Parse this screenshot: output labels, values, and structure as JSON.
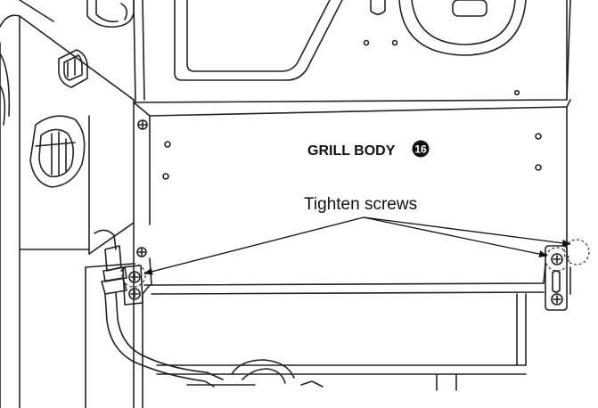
{
  "diagram": {
    "panel_label": "GRILL BODY",
    "part_number": "16",
    "callout_text": "Tighten screws"
  }
}
